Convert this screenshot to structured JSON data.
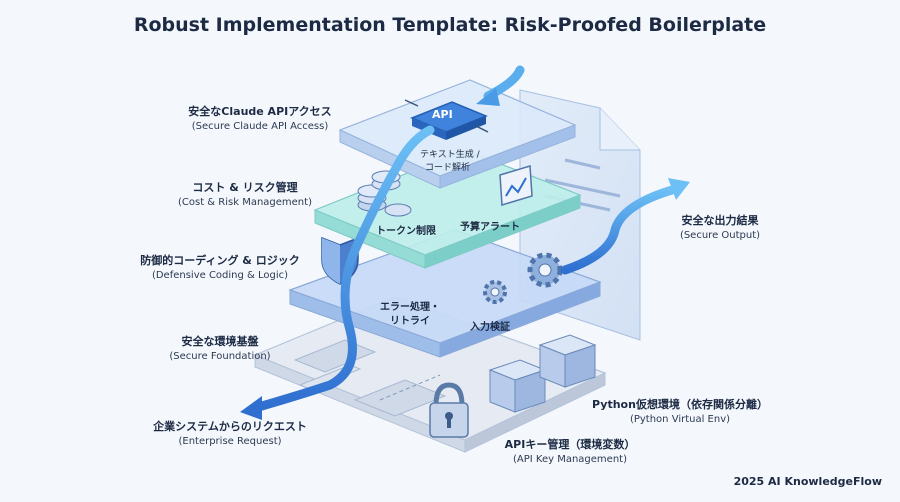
{
  "title": "Robust Implementation Template: Risk-Proofed Boilerplate",
  "layers": [
    {
      "jp": "安全なClaude APIアクセス",
      "en": "(Secure Claude API Access)"
    },
    {
      "jp": "コスト & リスク管理",
      "en": "(Cost & Risk Management)"
    },
    {
      "jp": "防御的コーディング & ロジック",
      "en": "(Defensive Coding & Logic)"
    },
    {
      "jp": "安全な環境基盤",
      "en": "(Secure Foundation)"
    }
  ],
  "input": {
    "jp": "企業システムからのリクエスト",
    "en": "(Enterprise Request)"
  },
  "output": {
    "jp": "安全な出力結果",
    "en": "(Secure Output)"
  },
  "components": {
    "api_chip": "API",
    "text_gen": "テキスト生成 /",
    "code_parse": "コード解析",
    "token_limit": "トークン制限",
    "budget_alert": "予算アラート",
    "error_handling": "エラー処理・",
    "retry": "リトライ",
    "input_validation": "入力検証"
  },
  "foundation": {
    "python_env": {
      "jp": "Python仮想環境（依存関係分離）",
      "en": "(Python Virtual Env)"
    },
    "api_key": {
      "jp": "APIキー管理（環境変数）",
      "en": "(API Key Management)"
    }
  },
  "footer": "2025 AI KnowledgeFlow",
  "colors": {
    "accent": "#3a8fe0",
    "plate_teal": "#b9ece8",
    "plate_blue": "#cfe0fa",
    "text": "#1c2a44"
  }
}
